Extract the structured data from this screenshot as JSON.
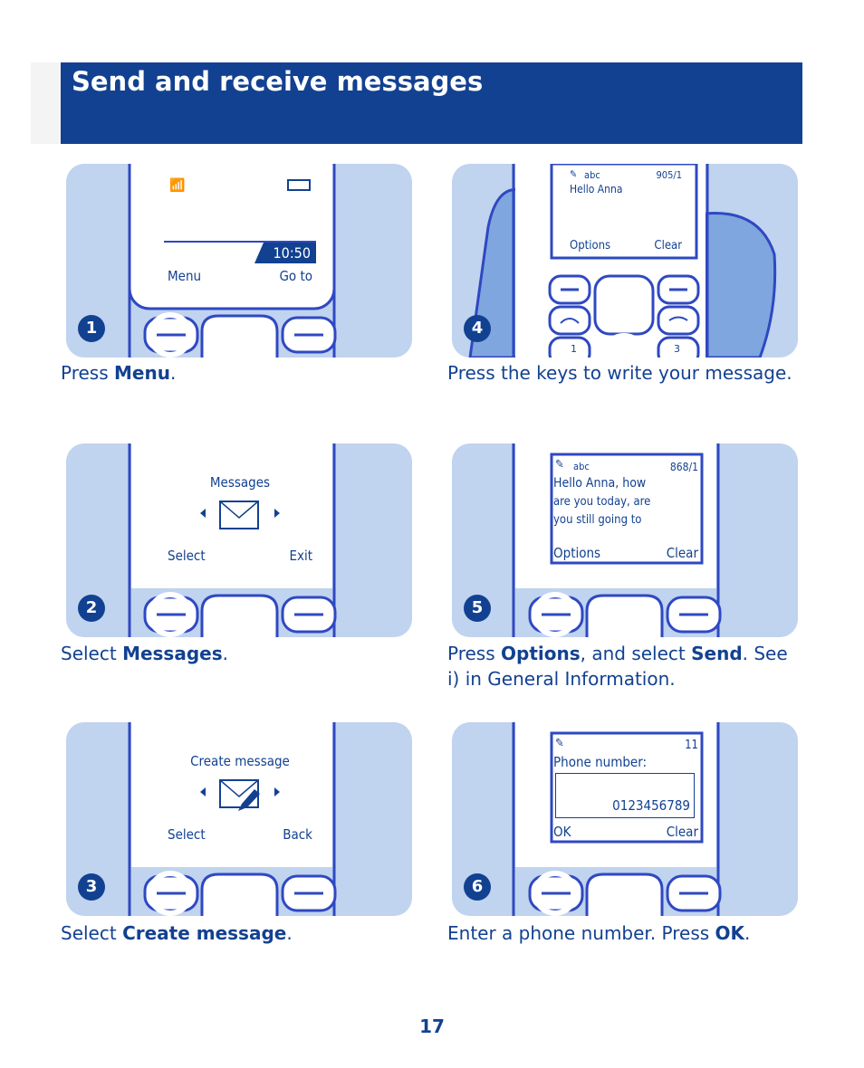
{
  "header": {
    "title": "Send and receive messages"
  },
  "steps": [
    {
      "number": "1",
      "caption_pre": "Press ",
      "caption_bold": "Menu",
      "caption_post": ".",
      "screen": {
        "time": "10:50",
        "left_key": "Menu",
        "right_key": "Go to"
      }
    },
    {
      "number": "2",
      "caption_pre": "Select ",
      "caption_bold": "Messages",
      "caption_post": ".",
      "screen": {
        "title": "Messages",
        "left_key": "Select",
        "right_key": "Exit"
      }
    },
    {
      "number": "3",
      "caption_pre": "Select ",
      "caption_bold": "Create message",
      "caption_post": ".",
      "screen": {
        "title": "Create message",
        "left_key": "Select",
        "right_key": "Back"
      }
    },
    {
      "number": "4",
      "caption": "Press the keys to write your message.",
      "screen": {
        "mode": "abc",
        "counter": "905/1",
        "text": "Hello Anna",
        "left_key": "Options",
        "right_key": "Clear",
        "key1": "1",
        "key3": "3"
      }
    },
    {
      "number": "5",
      "caption_pre": "Press ",
      "caption_bold": "Options",
      "caption_mid": ", and select ",
      "caption_bold2": "Send",
      "caption_post": ". See i) in General Information.",
      "screen": {
        "mode": "abc",
        "counter": "868/1",
        "line1": "Hello Anna, how",
        "line2": "are you today, are",
        "line3": "you still going to",
        "left_key": "Options",
        "right_key": "Clear"
      }
    },
    {
      "number": "6",
      "caption_pre": "Enter a phone number. Press ",
      "caption_bold": "OK",
      "caption_post": ".",
      "screen": {
        "counter": "11",
        "label": "Phone number:",
        "value": "0123456789",
        "left_key": "OK",
        "right_key": "Clear"
      }
    }
  ],
  "page_number": "17",
  "colors": {
    "brand": "#124191",
    "panel": "#c0d3ef",
    "hand": "#7fa6de"
  }
}
